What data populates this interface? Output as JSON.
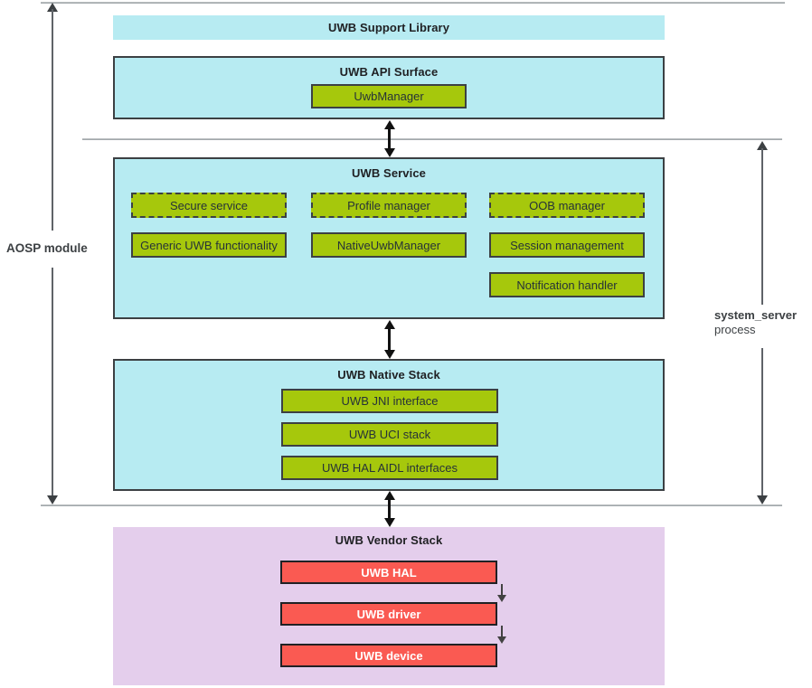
{
  "colors": {
    "section_cyan": "#b7ebf2",
    "section_purple": "#e4ceec",
    "chip_green": "#a6c80c",
    "chip_red": "#fa5a52",
    "border_dark": "#3c4043",
    "rule_gray": "#b0b2b4"
  },
  "side_labels": {
    "left": "AOSP module",
    "right_bold": "system_server",
    "right_regular": "process"
  },
  "support_library": {
    "title": "UWB Support Library"
  },
  "api_surface": {
    "title": "UWB API Surface",
    "uwb_manager": "UwbManager"
  },
  "service": {
    "title": "UWB Service",
    "dashed_boxes": [
      "Secure service",
      "Profile manager",
      "OOB manager"
    ],
    "solid_boxes": [
      "Generic UWB functionality",
      "NativeUwbManager",
      "Session management"
    ],
    "extra_box": "Notification handler"
  },
  "native_stack": {
    "title": "UWB Native Stack",
    "boxes": [
      "UWB JNI interface",
      "UWB UCI stack",
      "UWB HAL AIDL interfaces"
    ]
  },
  "vendor_stack": {
    "title": "UWB Vendor Stack",
    "boxes": [
      "UWB HAL",
      "UWB driver",
      "UWB device"
    ]
  }
}
